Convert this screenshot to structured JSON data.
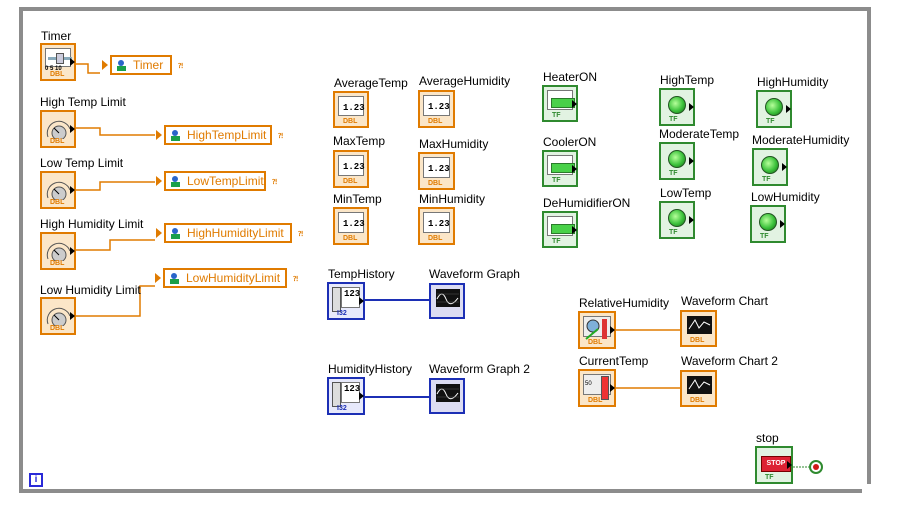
{
  "loop": {
    "iteration_icon": "i"
  },
  "left_controls": [
    {
      "name": "timer",
      "label": "Timer",
      "local": "Timer",
      "foot": "DBL",
      "foot2": "0 5 10"
    },
    {
      "name": "high-temp-limit",
      "label": "High Temp Limit",
      "local": "HighTempLimit",
      "foot": "DBL"
    },
    {
      "name": "low-temp-limit",
      "label": "Low Temp Limit",
      "local": "LowTempLimit",
      "foot": "DBL"
    },
    {
      "name": "high-humidity-limit",
      "label": "High Humidity Limit",
      "local": "HighHumidityLimit",
      "foot": "DBL"
    },
    {
      "name": "low-humidity-limit",
      "label": "Low Humidity Limit",
      "local": "LowHumidityLimit",
      "foot": "DBL"
    }
  ],
  "numeric_indicators": [
    {
      "label": "AverageTemp",
      "foot": "DBL",
      "value": "1.23"
    },
    {
      "label": "AverageHumidity",
      "foot": "DBL",
      "value": "1.23"
    },
    {
      "label": "MaxTemp",
      "foot": "DBL",
      "value": "1.23"
    },
    {
      "label": "MaxHumidity",
      "foot": "DBL",
      "value": "1.23"
    },
    {
      "label": "MinTemp",
      "foot": "DBL",
      "value": "1.23"
    },
    {
      "label": "MinHumidity",
      "foot": "DBL",
      "value": "1.23"
    }
  ],
  "bool_bars": [
    {
      "label": "HeaterON",
      "foot": "TF"
    },
    {
      "label": "CoolerON",
      "foot": "TF"
    },
    {
      "label": "DeHumidifierON",
      "foot": "TF"
    }
  ],
  "leds": [
    {
      "label": "HighTemp",
      "foot": "TF"
    },
    {
      "label": "HighHumidity",
      "foot": "TF"
    },
    {
      "label": "ModerateTemp",
      "foot": "TF"
    },
    {
      "label": "ModerateHumidity",
      "foot": "TF"
    },
    {
      "label": "LowTemp",
      "foot": "TF"
    },
    {
      "label": "LowHumidity",
      "foot": "TF"
    }
  ],
  "history": [
    {
      "label": "TempHistory",
      "foot": "I32",
      "value": "123"
    },
    {
      "label": "HumidityHistory",
      "foot": "I32",
      "value": "123"
    }
  ],
  "graphs": [
    {
      "label": "Waveform Graph"
    },
    {
      "label": "Waveform Graph 2"
    }
  ],
  "chart_sources": [
    {
      "label": "RelativeHumidity",
      "foot": "DBL"
    },
    {
      "label": "CurrentTemp",
      "foot": "DBL",
      "scale": "50"
    }
  ],
  "charts": [
    {
      "label": "Waveform Chart",
      "foot": "DBL"
    },
    {
      "label": "Waveform Chart 2",
      "foot": "DBL"
    }
  ],
  "stop": {
    "label": "stop",
    "face": "STOP",
    "foot": "TF"
  },
  "colors": {
    "double": "#e07b00",
    "boolean": "#2f8a2f",
    "integer": "#1c2fb5",
    "loop": "#8c8c8c"
  }
}
